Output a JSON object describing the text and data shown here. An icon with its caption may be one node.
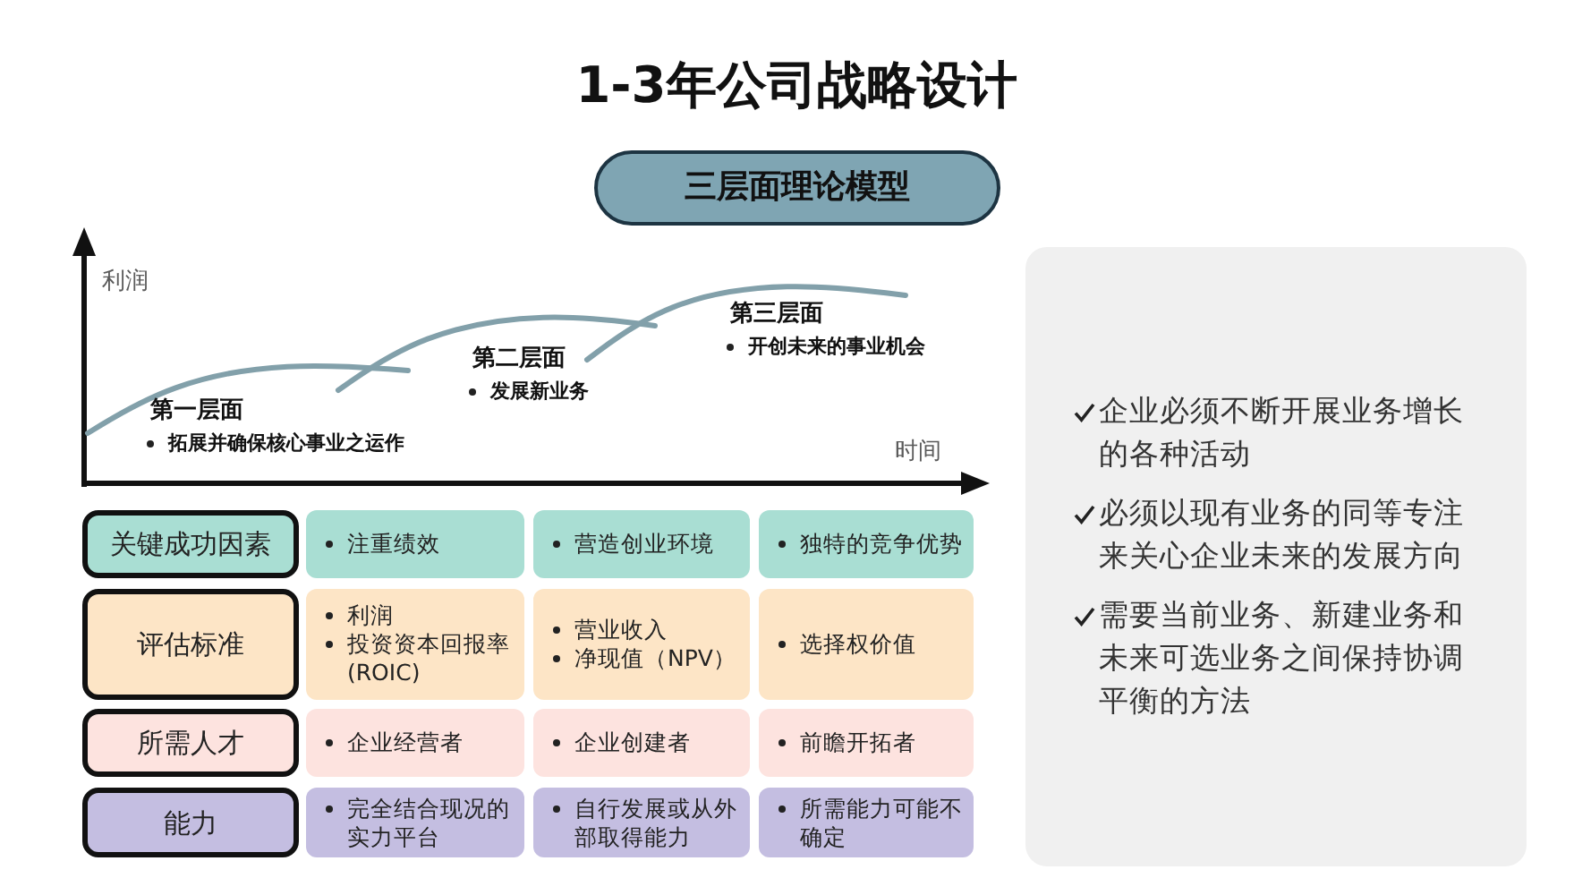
{
  "diagram": {
    "title": "1-3年公司战略设计",
    "nodes": [
      {
        "text": [
          "三层面理论模型"
        ]
      },
      {
        "text": [
          "关键成功因素"
        ]
      },
      {
        "text": [
          "注重绩效"
        ]
      },
      {
        "text": [
          "营造创业环境"
        ]
      },
      {
        "text": [
          "独特的竞争优势"
        ]
      },
      {
        "text": [
          "评估标准"
        ]
      },
      {
        "text": [
          "利润",
          "投资资本回报率 (ROIC)"
        ]
      },
      {
        "text": [
          "营业收入",
          "净现值（NPV）"
        ]
      },
      {
        "text": [
          "选择权价值"
        ]
      },
      {
        "text": [
          "所需人才"
        ]
      },
      {
        "text": [
          "企业经营者"
        ]
      },
      {
        "text": [
          "企业创建者"
        ]
      },
      {
        "text": [
          "前瞻开拓者"
        ]
      },
      {
        "text": [
          "能力"
        ]
      },
      {
        "text": [
          "完全结合现况的实力平台"
        ]
      },
      {
        "text": [
          "自行发展或从外部取得能力"
        ]
      },
      {
        "text": [
          "所需能力可能不确定"
        ]
      },
      {
        "text": [
          "企业必须不断开展业务增长的各种活动",
          "必须以现有业务的同等专注来关心企业未来的发展方向",
          "需要当前业务、新建业务和未来可选业务之间保持协调平衡的方法"
        ]
      }
    ],
    "labels": [
      "利润",
      "第三层面",
      "开创未来的事业机会",
      "第二层面",
      "发展新业务",
      "第一层面",
      "拓展并确保核心事业之运作",
      "时间"
    ]
  }
}
